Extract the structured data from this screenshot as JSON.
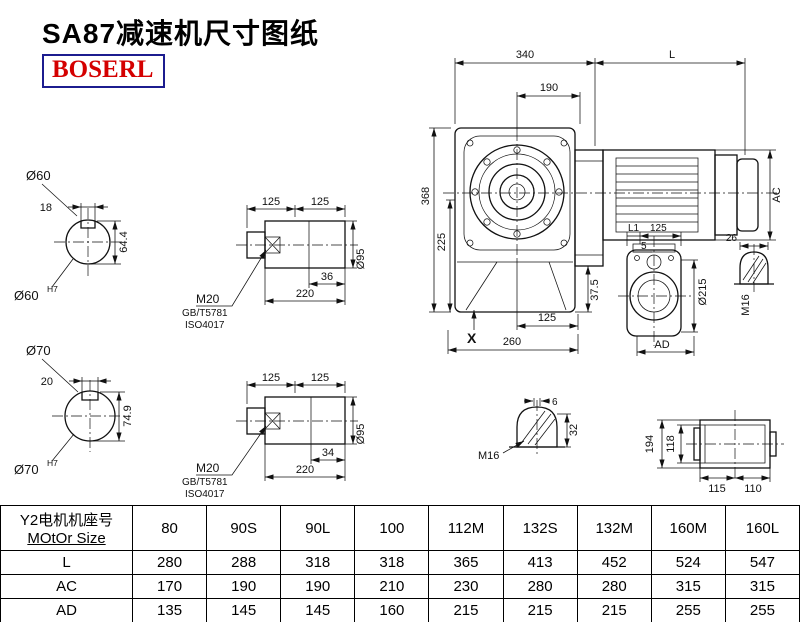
{
  "page": {
    "title": "SA87减速机尺寸图纸",
    "brand": "BOSERL"
  },
  "end60": {
    "dia": "Ø60",
    "key_width": "18",
    "total_height": "64.4",
    "bore": "Ø60",
    "bore_tol": "H7"
  },
  "end70": {
    "dia": "Ø70",
    "key_width": "20",
    "total_height": "74.9",
    "bore": "Ø70",
    "bore_tol": "H7"
  },
  "shaft1": {
    "seg1": "125",
    "seg2": "125",
    "key_len": "36",
    "len": "220",
    "dia": "Ø95",
    "thread": "M20",
    "std1": "GB/T5781",
    "std2": "ISO4017"
  },
  "shaft2": {
    "seg1": "125",
    "seg2": "125",
    "key_len": "34",
    "len": "220",
    "dia": "Ø95",
    "thread": "M20",
    "std1": "GB/T5781",
    "std2": "ISO4017"
  },
  "main_view": {
    "w340": "340",
    "len_l": "L",
    "w190": "190",
    "h368": "368",
    "h225": "225",
    "ac": "AC",
    "h37": "37.5",
    "w125": "125",
    "w260": "260",
    "x_mark": "X"
  },
  "side_view": {
    "l1": "L1",
    "w125": "125",
    "w5": "5",
    "w26": "26",
    "dia215": "Ø215",
    "m16": "M16",
    "ad": "AD"
  },
  "top_view": {
    "h194": "194",
    "h118": "118",
    "w115": "115",
    "w110": "110"
  },
  "plug": {
    "w6": "6",
    "h32": "32",
    "m16": "M16"
  },
  "table": {
    "header_cn": "Y2电机机座号",
    "header_en": "MOtOr Size",
    "columns": [
      "80",
      "90S",
      "90L",
      "100",
      "112M",
      "132S",
      "132M",
      "160M",
      "160L"
    ],
    "rows": [
      {
        "label": "L",
        "values": [
          "280",
          "288",
          "318",
          "318",
          "365",
          "413",
          "452",
          "524",
          "547"
        ]
      },
      {
        "label": "AC",
        "values": [
          "170",
          "190",
          "190",
          "210",
          "230",
          "280",
          "280",
          "315",
          "315"
        ]
      },
      {
        "label": "AD",
        "values": [
          "135",
          "145",
          "145",
          "160",
          "215",
          "215",
          "215",
          "255",
          "255"
        ]
      }
    ]
  }
}
